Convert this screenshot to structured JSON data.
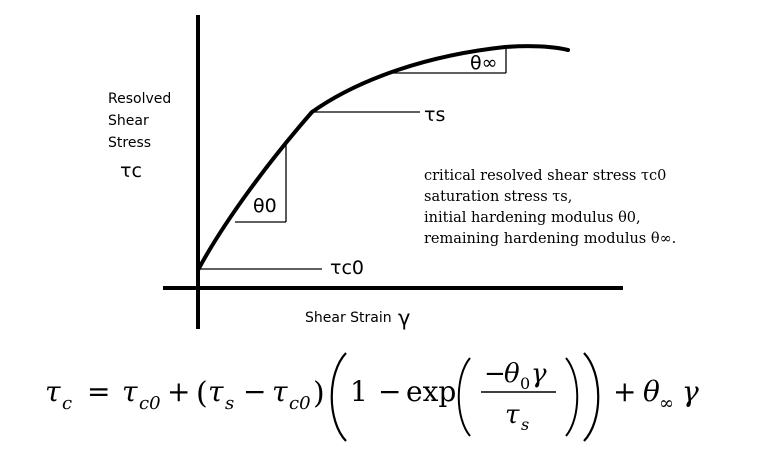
{
  "axes": {
    "y_label_lines": [
      "Resolved",
      "Shear",
      "Stress"
    ],
    "y_symbol": "τc",
    "x_label": "Shear Strain",
    "x_symbol": "γ"
  },
  "curve_labels": {
    "tau_s": "τs",
    "tau_c0": "τc0",
    "theta0": "θ0",
    "theta_inf": "θ∞"
  },
  "legend_lines": [
    "critical resolved shear stress τc0",
    "saturation stress τs,",
    "initial hardening modulus θ0,",
    "remaining hardening modulus θ∞."
  ],
  "equation": {
    "lhs_tau": "τ",
    "lhs_sub": "c",
    "eq": "=",
    "term1_tau": "τ",
    "term1_sub": "c0",
    "plus1": "+",
    "open1": "(",
    "term2_tau": "τ",
    "term2_sub": "s",
    "minus1": "−",
    "term3_tau": "τ",
    "term3_sub": "c0",
    "close1": ")",
    "one": "1",
    "minus2": "−",
    "exp": "exp",
    "num_minus": "−",
    "num_theta": "θ",
    "num_sub": "0",
    "num_gamma": "γ",
    "den_tau": "τ",
    "den_sub": "s",
    "plus2": "+",
    "last_theta": "θ",
    "last_sub": "∞",
    "last_gamma": "γ"
  }
}
